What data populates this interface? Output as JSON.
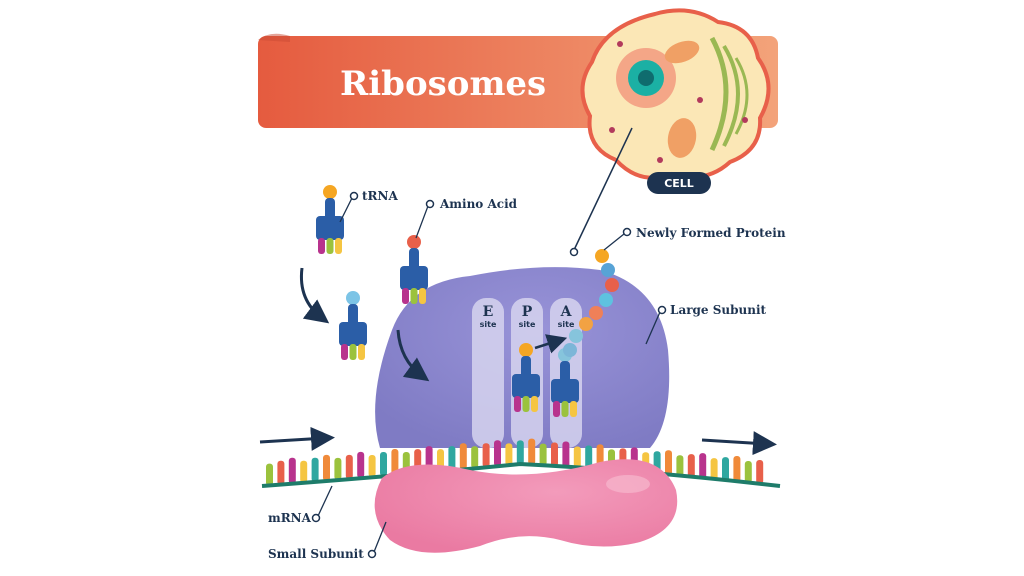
{
  "title": "Ribosomes",
  "cell_label": "CELL",
  "labels": {
    "trna": "tRNA",
    "amino_acid": "Amino Acid",
    "newly_formed_protein": "Newly Formed Protein",
    "large_subunit": "Large Subunit",
    "mrna": "mRNA",
    "small_subunit": "Small Subunit"
  },
  "sites": [
    {
      "letter": "E",
      "sub": "site"
    },
    {
      "letter": "P",
      "sub": "site"
    },
    {
      "letter": "A",
      "sub": "site"
    }
  ],
  "colors": {
    "banner": "#e8684a",
    "navy": "#1d3350",
    "large_subunit": "#8a86cc",
    "small_subunit": "#ef84a8",
    "trna_blue": "#2b5ea7",
    "mrna_backbone": "#1e7c6a"
  }
}
